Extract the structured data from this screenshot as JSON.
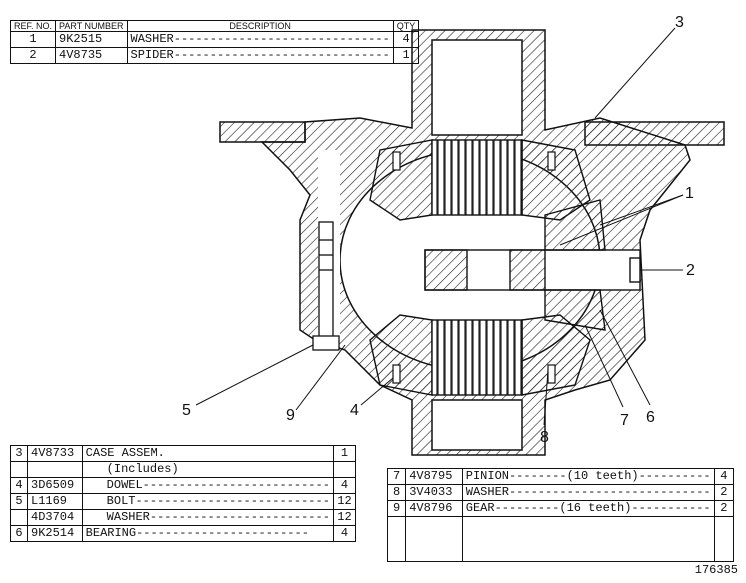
{
  "table_top": {
    "headers": {
      "ref": "REF. NO.",
      "part": "PART NUMBER",
      "desc": "DESCRIPTION",
      "qty": "QTY"
    },
    "rows": [
      {
        "ref": "1",
        "part": "9K2515",
        "desc": "WASHER------------------------------",
        "qty": "4"
      },
      {
        "ref": "2",
        "part": "4V8735",
        "desc": "SPIDER------------------------------",
        "qty": "1"
      }
    ]
  },
  "table_bottom_left": {
    "rows": [
      {
        "ref": "3",
        "part": "4V8733",
        "desc": "CASE ASSEM.",
        "qty": "1"
      },
      {
        "ref": "",
        "part": "",
        "desc": "(Includes)",
        "qty": ""
      },
      {
        "ref": "4",
        "part": "3D6509",
        "desc": "DOWEL--------------------------",
        "qty": "4"
      },
      {
        "ref": "5",
        "part": "L1169",
        "desc": "BOLT---------------------------",
        "qty": "12"
      },
      {
        "ref": "",
        "part": "4D3704",
        "desc": "WASHER-------------------------",
        "qty": "12"
      },
      {
        "ref": "6",
        "part": "9K2514",
        "desc": "BEARING------------------------",
        "qty": "4"
      }
    ]
  },
  "table_bottom_right": {
    "rows": [
      {
        "ref": "7",
        "part": "4V8795",
        "desc": "PINION--------(10 teeth)----------",
        "qty": "4"
      },
      {
        "ref": "8",
        "part": "3V4033",
        "desc": "WASHER----------------------------",
        "qty": "2"
      },
      {
        "ref": "9",
        "part": "4V8796",
        "desc": "GEAR---------(16 teeth)-----------",
        "qty": "2"
      }
    ]
  },
  "callouts": [
    "1",
    "2",
    "3",
    "4",
    "5",
    "6",
    "7",
    "8",
    "9"
  ],
  "catalog_number": "176385"
}
